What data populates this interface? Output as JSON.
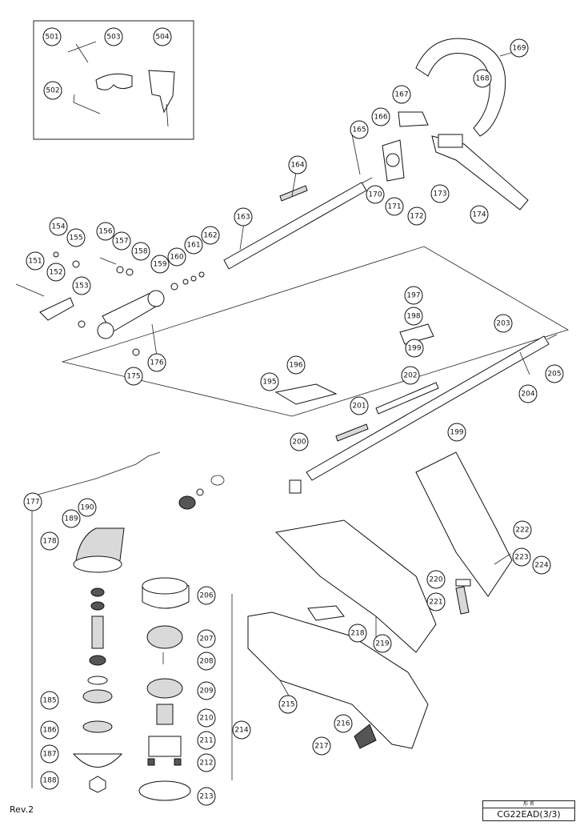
{
  "revision": "Rev.2",
  "model": {
    "header": "形 名",
    "code": "CG22EAD(3/3)"
  },
  "callouts": [
    {
      "id": "c501",
      "label": "501"
    },
    {
      "id": "c502",
      "label": "502"
    },
    {
      "id": "c503",
      "label": "503"
    },
    {
      "id": "c504",
      "label": "504"
    },
    {
      "id": "c151",
      "label": "151"
    },
    {
      "id": "c152",
      "label": "152"
    },
    {
      "id": "c153",
      "label": "153"
    },
    {
      "id": "c154",
      "label": "154"
    },
    {
      "id": "c155",
      "label": "155"
    },
    {
      "id": "c156",
      "label": "156"
    },
    {
      "id": "c157",
      "label": "157"
    },
    {
      "id": "c158",
      "label": "158"
    },
    {
      "id": "c159",
      "label": "159"
    },
    {
      "id": "c160",
      "label": "160"
    },
    {
      "id": "c161",
      "label": "161"
    },
    {
      "id": "c162",
      "label": "162"
    },
    {
      "id": "c163",
      "label": "163"
    },
    {
      "id": "c164",
      "label": "164"
    },
    {
      "id": "c165",
      "label": "165"
    },
    {
      "id": "c166",
      "label": "166"
    },
    {
      "id": "c167",
      "label": "167"
    },
    {
      "id": "c168",
      "label": "168"
    },
    {
      "id": "c169",
      "label": "169"
    },
    {
      "id": "c170",
      "label": "170"
    },
    {
      "id": "c171",
      "label": "171"
    },
    {
      "id": "c172",
      "label": "172"
    },
    {
      "id": "c173",
      "label": "173"
    },
    {
      "id": "c174",
      "label": "174"
    },
    {
      "id": "c175",
      "label": "175"
    },
    {
      "id": "c176",
      "label": "176"
    },
    {
      "id": "c177",
      "label": "177"
    },
    {
      "id": "c178",
      "label": "178"
    },
    {
      "id": "c185",
      "label": "185"
    },
    {
      "id": "c186",
      "label": "186"
    },
    {
      "id": "c187",
      "label": "187"
    },
    {
      "id": "c188",
      "label": "188"
    },
    {
      "id": "c189",
      "label": "189"
    },
    {
      "id": "c190",
      "label": "190"
    },
    {
      "id": "c195",
      "label": "195"
    },
    {
      "id": "c196",
      "label": "196"
    },
    {
      "id": "c197",
      "label": "197"
    },
    {
      "id": "c198",
      "label": "198"
    },
    {
      "id": "c199a",
      "label": "199"
    },
    {
      "id": "c199b",
      "label": "199"
    },
    {
      "id": "c200",
      "label": "200"
    },
    {
      "id": "c201",
      "label": "201"
    },
    {
      "id": "c202",
      "label": "202"
    },
    {
      "id": "c203",
      "label": "203"
    },
    {
      "id": "c204",
      "label": "204"
    },
    {
      "id": "c205",
      "label": "205"
    },
    {
      "id": "c206",
      "label": "206"
    },
    {
      "id": "c207",
      "label": "207"
    },
    {
      "id": "c208",
      "label": "208"
    },
    {
      "id": "c209",
      "label": "209"
    },
    {
      "id": "c210",
      "label": "210"
    },
    {
      "id": "c211",
      "label": "211"
    },
    {
      "id": "c212",
      "label": "212"
    },
    {
      "id": "c213",
      "label": "213"
    },
    {
      "id": "c214",
      "label": "214"
    },
    {
      "id": "c215",
      "label": "215"
    },
    {
      "id": "c216",
      "label": "216"
    },
    {
      "id": "c217",
      "label": "217"
    },
    {
      "id": "c218",
      "label": "218"
    },
    {
      "id": "c219",
      "label": "219"
    },
    {
      "id": "c220",
      "label": "220"
    },
    {
      "id": "c221",
      "label": "221"
    },
    {
      "id": "c222",
      "label": "222"
    },
    {
      "id": "c223",
      "label": "223"
    },
    {
      "id": "c224",
      "label": "224"
    }
  ]
}
